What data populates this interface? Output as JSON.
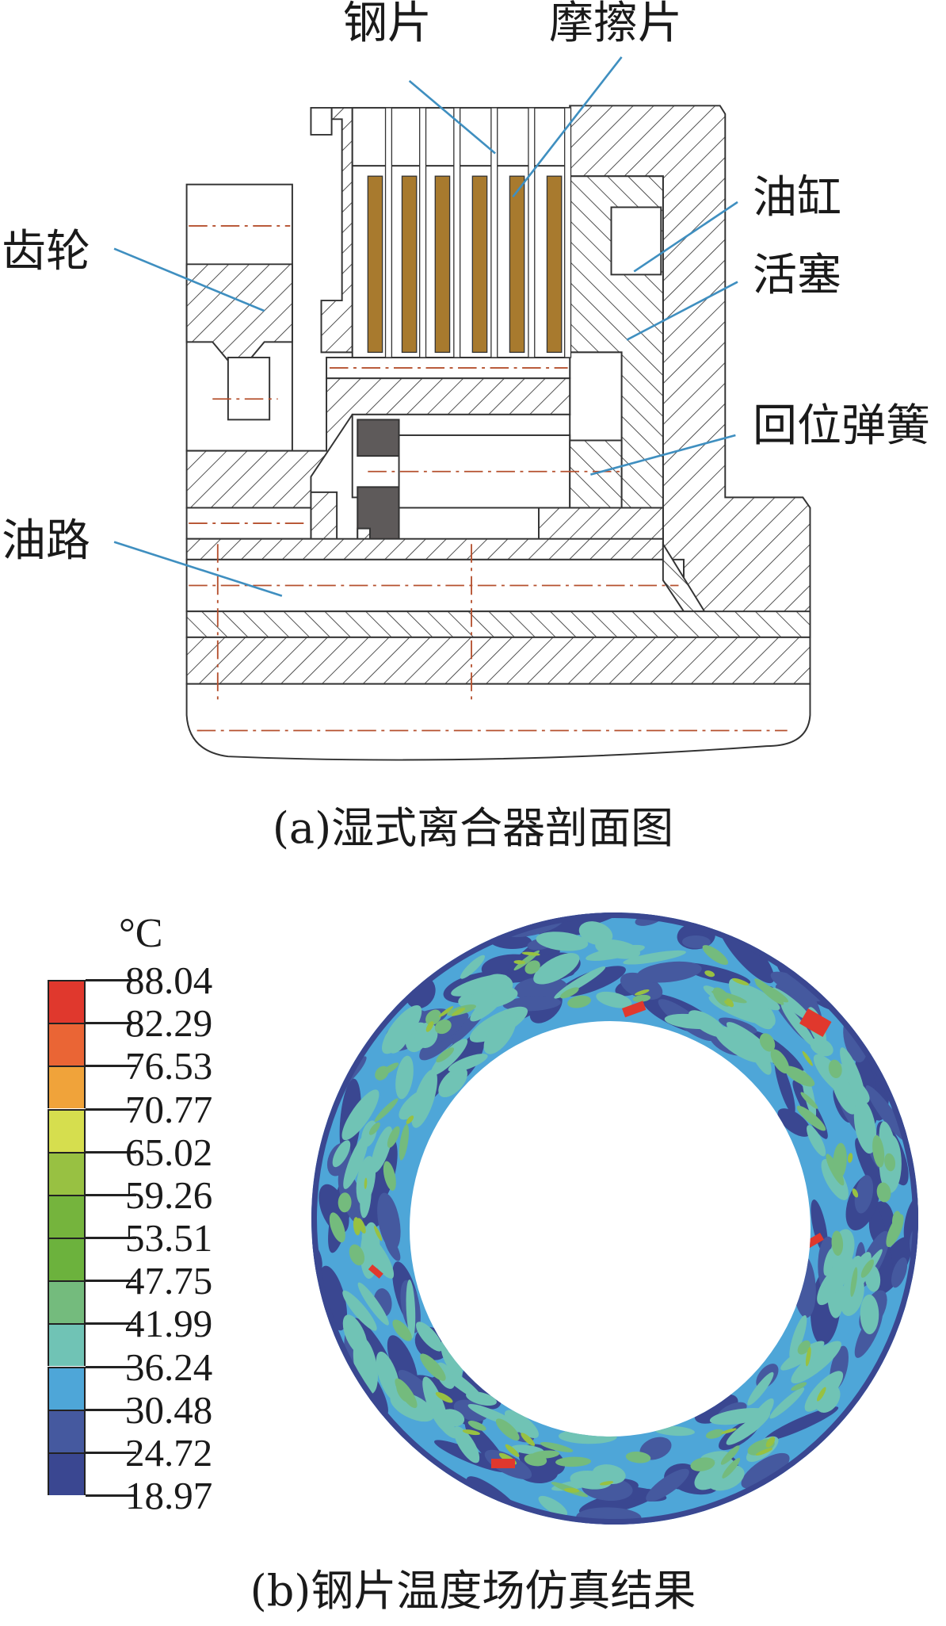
{
  "figure_a": {
    "caption": "(a)湿式离合器剖面图",
    "labels": {
      "steel_plate": "钢片",
      "friction_plate": "摩擦片",
      "oil_cylinder": "油缸",
      "piston": "活塞",
      "gear": "齿轮",
      "return_spring": "回位弹簧",
      "oil_path": "油路"
    },
    "colors": {
      "friction": "#a87a2e",
      "leader": "#3f8fc0",
      "centerline": "#b5502e"
    }
  },
  "figure_b": {
    "caption": "(b)钢片温度场仿真结果",
    "legend": {
      "unit": "°C",
      "values": [
        "88.04",
        "82.29",
        "76.53",
        "70.77",
        "65.02",
        "59.26",
        "53.51",
        "47.75",
        "41.99",
        "36.24",
        "30.48",
        "24.72",
        "18.97"
      ],
      "colors": [
        "#e0382d",
        "#ea6535",
        "#f0a33a",
        "#d6de4e",
        "#98c142",
        "#75b43d",
        "#6cb23d",
        "#74bb7d",
        "#70c3b5",
        "#4ea6d8",
        "#45599f",
        "#3a4791"
      ]
    }
  }
}
